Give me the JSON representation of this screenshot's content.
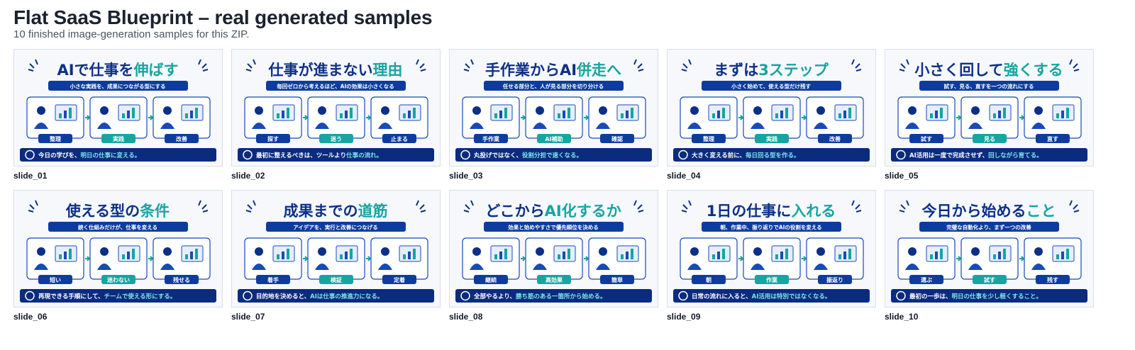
{
  "page": {
    "title": "Flat SaaS Blueprint – real generated samples",
    "subtitle": "10 finished image-generation samples for this ZIP."
  },
  "colors": {
    "navy": "#0d2f86",
    "teal": "#16a5a0",
    "blue": "#1a49b8",
    "light": "#f4f7fb"
  },
  "slides": [
    {
      "label": "slide_01",
      "h1": "AIで仕事を",
      "h2": "伸ばす",
      "sub": "小さな実践を、成果につながる型にする",
      "tags": [
        "整理",
        "実践",
        "改善"
      ],
      "foot1": "今日の学びを、",
      "foot2": "明日の仕事に変える。",
      "icon": "target-icon"
    },
    {
      "label": "slide_02",
      "h1": "仕事が進まない",
      "h2": "理由",
      "sub": "毎回ゼロから考えるほど、AIの効果は小さくなる",
      "tags": [
        "探す",
        "迷う",
        "止まる"
      ],
      "foot1": "最初に整えるべきは、ツールより",
      "foot2": "仕事の流れ。",
      "icon": "flow-icon"
    },
    {
      "label": "slide_03",
      "h1": "手作業からAI",
      "h2": "併走へ",
      "sub": "任せる部分と、人が見る部分を切り分ける",
      "tags": [
        "手作業",
        "AI補助",
        "確認"
      ],
      "foot1": "丸投げではなく、",
      "foot2": "役割分担で速くなる。",
      "icon": "handshake-icon"
    },
    {
      "label": "slide_04",
      "h1": "まずは",
      "h2": "3ステップ",
      "sub": "小さく始めて、使える型だけ残す",
      "tags": [
        "整理",
        "実践",
        "改善"
      ],
      "foot1": "大きく変える前に、",
      "foot2": "毎日回る型を作る。",
      "icon": "cycle-icon"
    },
    {
      "label": "slide_05",
      "h1": "小さく回して",
      "h2": "強くする",
      "sub": "試す、見る、直すを一つの流れにする",
      "tags": [
        "試す",
        "見る",
        "直す"
      ],
      "foot1": "AI活用は一度で完成させず、",
      "foot2": "回しながら育てる。",
      "icon": "refresh-icon"
    },
    {
      "label": "slide_06",
      "h1": "使える型の",
      "h2": "条件",
      "sub": "続く仕組みだけが、仕事を変える",
      "tags": [
        "短い",
        "迷わない",
        "残せる"
      ],
      "foot1": "再現できる手順にして、",
      "foot2": "チームで使える形にする。",
      "icon": "team-icon"
    },
    {
      "label": "slide_07",
      "h1": "成果までの",
      "h2": "道筋",
      "sub": "アイデアを、実行と改善につなげる",
      "tags": [
        "着手",
        "検証",
        "定着"
      ],
      "foot1": "目的地を決めると、",
      "foot2": "AIは仕事の推進力になる。",
      "icon": "compass-icon"
    },
    {
      "label": "slide_08",
      "h1": "どこから",
      "h2": "AI化するか",
      "sub": "効果と始めやすさで優先順位を決める",
      "tags": [
        "継続",
        "高効果",
        "簡単"
      ],
      "foot1": "全部やるより、",
      "foot2": "勝ち筋のある一箇所から始める。",
      "icon": "target-icon"
    },
    {
      "label": "slide_09",
      "h1": "1日の仕事に",
      "h2": "入れる",
      "sub": "朝、作業中、振り返りでAIの役割を変える",
      "tags": [
        "朝",
        "作業",
        "振返り"
      ],
      "foot1": "日常の流れに入ると、",
      "foot2": "AI活用は特別ではなくなる。",
      "icon": "calendar-icon"
    },
    {
      "label": "slide_10",
      "h1": "今日から始める",
      "h2": "こと",
      "sub": "完璧な自動化より、まず一つの改善",
      "tags": [
        "選ぶ",
        "試す",
        "残す"
      ],
      "foot1": "最初の一歩は、",
      "foot2": "明日の仕事を少し軽くすること。",
      "icon": "footprint-icon"
    }
  ]
}
